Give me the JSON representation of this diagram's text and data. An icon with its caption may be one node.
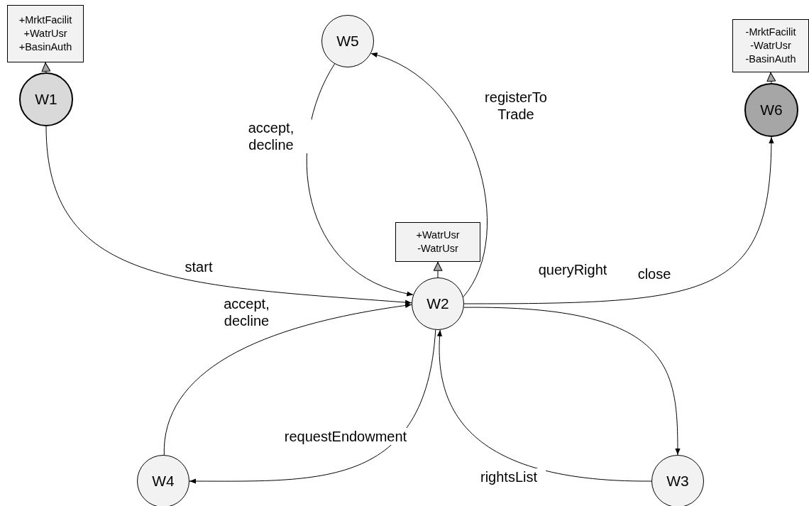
{
  "diagram": {
    "nodes": [
      {
        "text": [
          "+MrktFacilit +WatrUsr +BasinAuth"
        ]
      },
      {
        "text": [
          "W5"
        ]
      },
      {
        "text": [
          "-MrktFacilit -WatrUsr -BasinAuth"
        ]
      },
      {
        "text": [
          "W1"
        ]
      },
      {
        "text": [
          "W6"
        ]
      },
      {
        "text": [
          "+WatrUsr -WatrUsr"
        ]
      },
      {
        "text": [
          "W2"
        ]
      },
      {
        "text": [
          "W4"
        ]
      },
      {
        "text": [
          "W3"
        ]
      }
    ],
    "edges": [
      {
        "from": 3,
        "to": 6,
        "arrow": "to",
        "label": "start"
      },
      {
        "from": 6,
        "to": 4,
        "arrow": "to",
        "label": "close"
      },
      {
        "from": 1,
        "to": 6,
        "arrow": "to",
        "label": "accept, decline"
      },
      {
        "from": 6,
        "to": 1,
        "arrow": "to",
        "label": "registerTo Trade"
      },
      {
        "from": 7,
        "to": 6,
        "arrow": "to",
        "label": "accept, decline"
      },
      {
        "from": 6,
        "to": 7,
        "arrow": "to",
        "label": "requestEndowment"
      },
      {
        "from": 6,
        "to": 8,
        "arrow": "to",
        "label": "queryRight"
      },
      {
        "from": 8,
        "to": 6,
        "arrow": "to",
        "label": "rightsList"
      },
      {
        "from": 3,
        "to": 0,
        "arrow": "to"
      },
      {
        "from": 4,
        "to": 2,
        "arrow": "to"
      },
      {
        "from": 6,
        "to": 5,
        "arrow": "to"
      }
    ]
  }
}
